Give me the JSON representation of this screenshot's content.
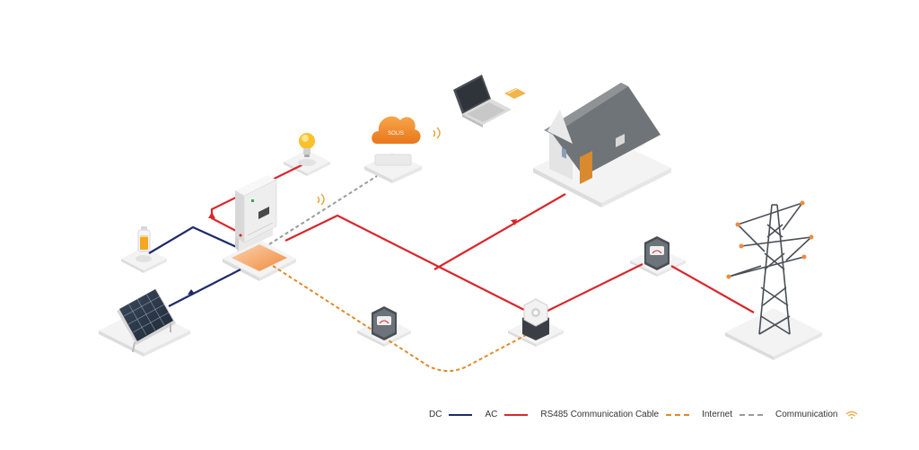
{
  "cloud": {
    "brand": "SOLIS"
  },
  "legend": {
    "dc": "DC",
    "ac": "AC",
    "rs485": "RS485 Communication Cable",
    "internet": "Internet",
    "communication": "Communication"
  },
  "colors": {
    "dc_line": "#1f2a6b",
    "ac_line": "#d9262c",
    "rs485_line": "#e08a2a",
    "internet_line": "#9a9a9a",
    "cloud": "#f28c28",
    "battery_charge": "#f5a623",
    "house_roof": "#6f7478",
    "house_door": "#d98a2e"
  },
  "icons": [
    "solar-panel-icon",
    "battery-icon",
    "lightbulb-icon",
    "inverter-icon",
    "cloud-icon",
    "laptop-icon",
    "house-icon",
    "meter-icon",
    "ct-sensor-icon",
    "power-tower-icon",
    "wifi-icon"
  ]
}
